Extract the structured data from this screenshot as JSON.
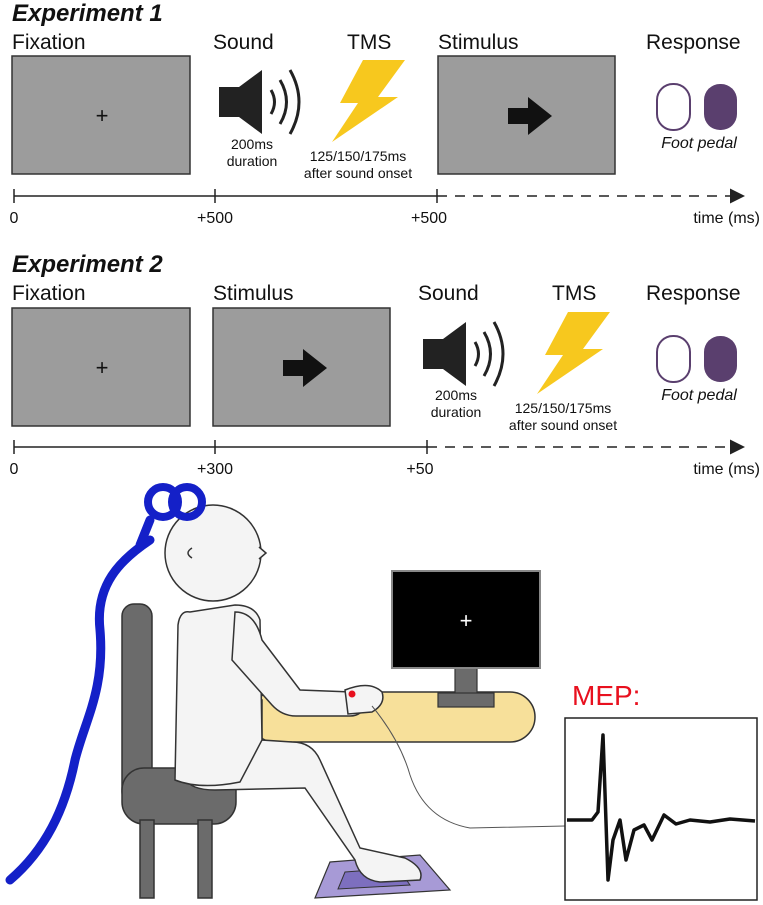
{
  "experiment1": {
    "title": "Experiment 1",
    "labels": {
      "fixation": "Fixation",
      "sound": "Sound",
      "tms": "TMS",
      "stimulus": "Stimulus",
      "response": "Response"
    },
    "sound_caption": [
      "200ms",
      "duration"
    ],
    "tms_caption": [
      "125/150/175ms",
      "after sound onset"
    ],
    "pedal_label": "Foot pedal",
    "timeline": {
      "ticks": [
        "0",
        "+500",
        "+500"
      ],
      "unit": "time (ms)"
    }
  },
  "experiment2": {
    "title": "Experiment 2",
    "labels": {
      "fixation": "Fixation",
      "stimulus": "Stimulus",
      "sound": "Sound",
      "tms": "TMS",
      "response": "Response"
    },
    "sound_caption": [
      "200ms",
      "duration"
    ],
    "tms_caption": [
      "125/150/175ms",
      "after sound onset"
    ],
    "pedal_label": "Foot pedal",
    "timeline": {
      "ticks": [
        "0",
        "+300",
        "+50"
      ],
      "unit": "time (ms)"
    }
  },
  "illustration": {
    "mep_label": "MEP:",
    "monitor_symbol": "+",
    "fixation_symbol": "+"
  },
  "colors": {
    "screen_gray": "#9c9c9c",
    "bolt_yellow": "#f7c81e",
    "pedal_purple": "#5a3f6e",
    "coil_blue": "#1420c8",
    "desk_yellow": "#f7e09a",
    "mep_red": "#e8101e",
    "chair_gray": "#6b6b6b"
  }
}
